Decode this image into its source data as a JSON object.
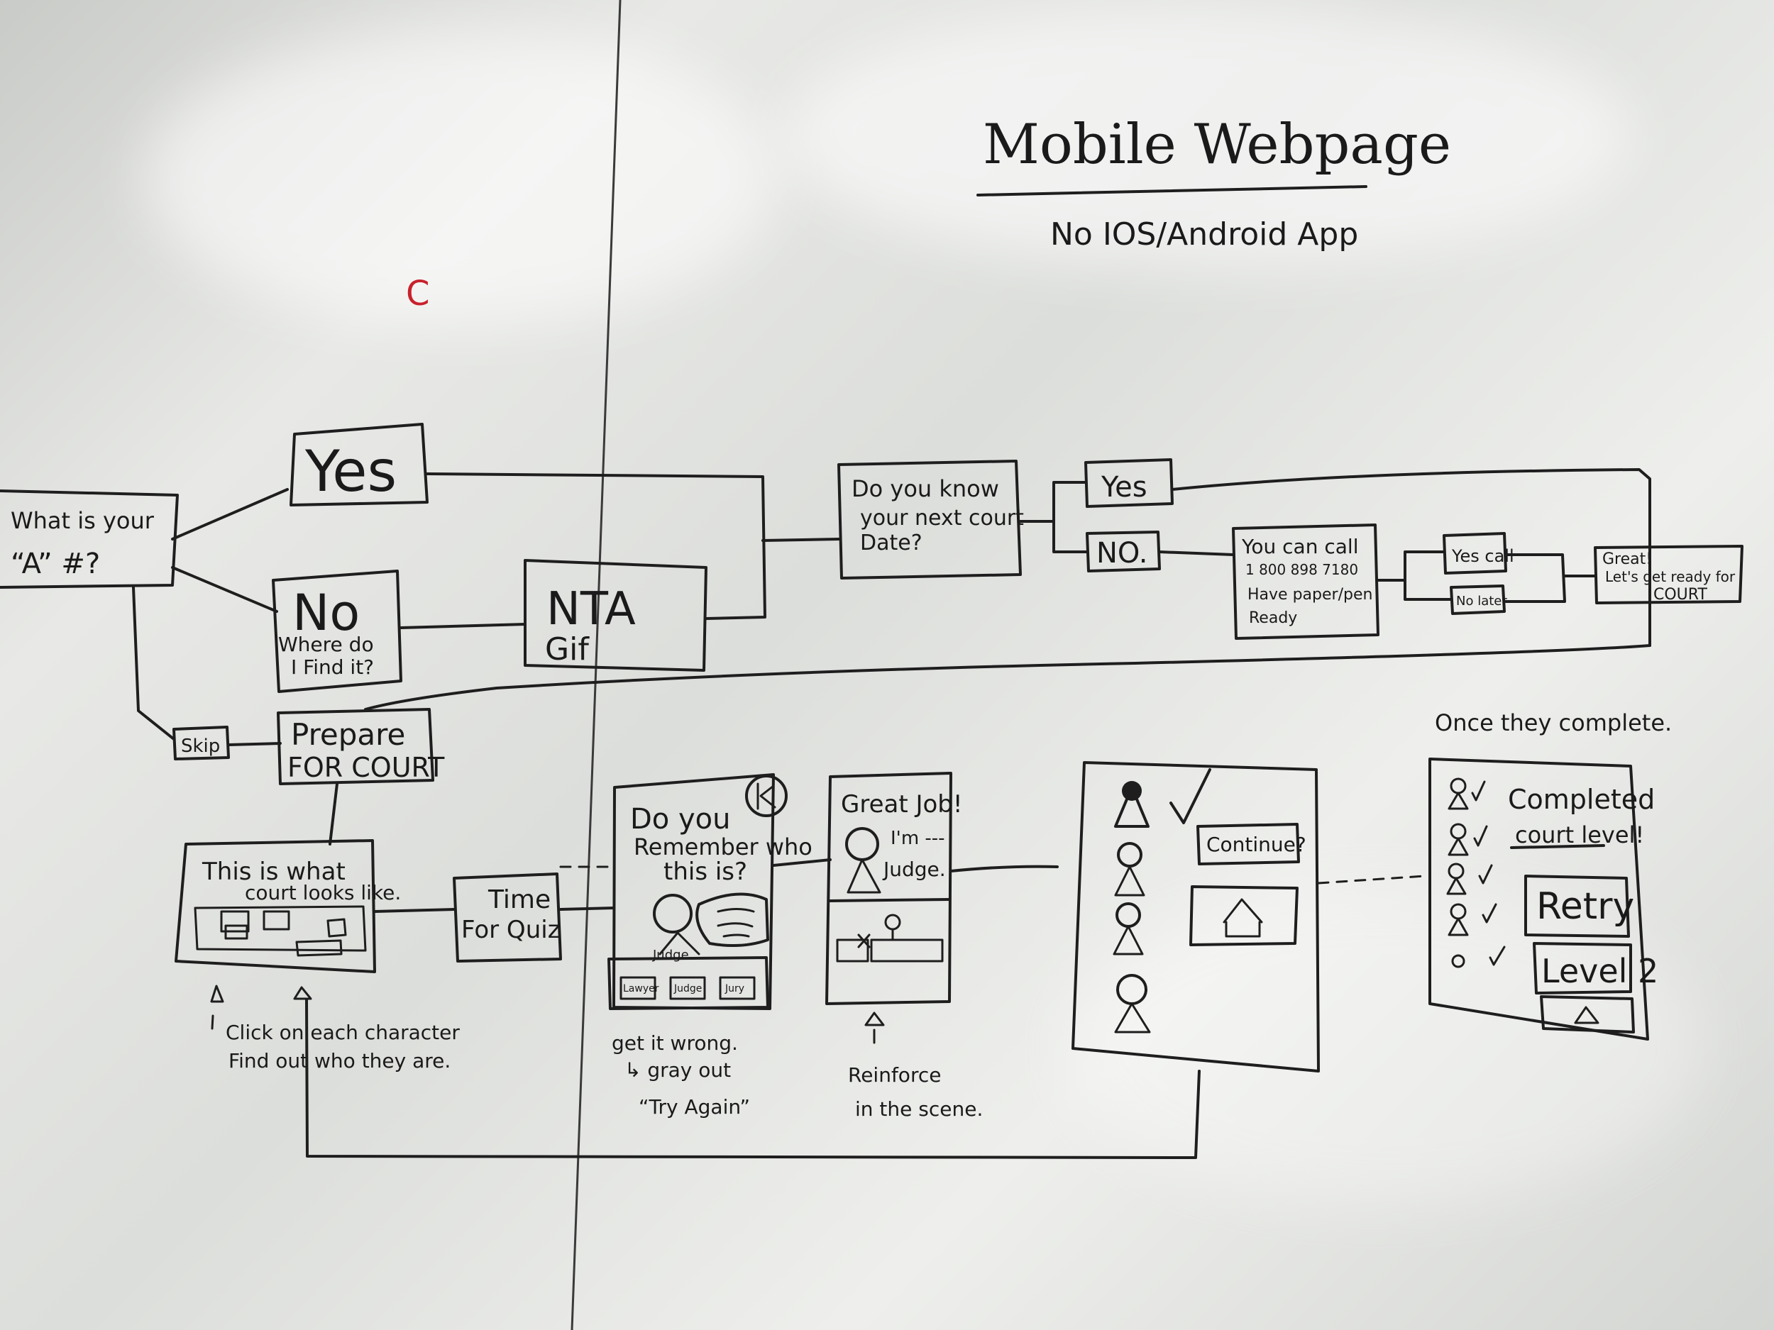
{
  "title": "Mobile Webpage",
  "subtitle": "No IOS/Android App",
  "red_mark": "C",
  "nodes": {
    "a_number": {
      "line1": "What is your",
      "line2": "“A” #?"
    },
    "yes1": "Yes",
    "no1": {
      "label": "No",
      "sub1": "Where do",
      "sub2": "I Find it?"
    },
    "nta_gif": {
      "line1": "NTA",
      "line2": "Gif"
    },
    "court_date": {
      "line1": "Do you know",
      "line2": "your next court",
      "line3": "Date?"
    },
    "yes2": "Yes",
    "no2": "NO.",
    "call": {
      "line1": "You can call",
      "line2": "1 800 898 7180",
      "line3": "Have paper/pen",
      "line4": "Ready"
    },
    "yes_call": "Yes call",
    "no_later": "No later",
    "great": {
      "line1": "Great!",
      "line2": "Let's get ready for",
      "line3": "COURT"
    },
    "skip": "Skip",
    "prepare": {
      "line1": "Prepare",
      "line2": "FOR COURT"
    },
    "court_looks": {
      "line1": "This is what",
      "line2": "court looks like."
    },
    "quiz": {
      "line1": "Time",
      "line2": "For Quiz"
    },
    "remember": {
      "line1": "Do you",
      "line2": "Remember who",
      "line3": "this is?",
      "judge": "Judge",
      "opt1": "Lawyer",
      "opt2": "Judge",
      "opt3": "Jury"
    },
    "greatjob": {
      "line1": "Great Job!",
      "line2": "I'm ---",
      "line3": "Judge."
    },
    "continue": "Continue?",
    "completed": {
      "line1": "Completed",
      "line2": "court level!",
      "retry": "Retry",
      "level2": "Level 2"
    }
  },
  "annotations": {
    "click_char": {
      "line1": "Click on each character",
      "line2": "Find out who they are."
    },
    "wrong": {
      "line1": "get it wrong.",
      "line2": "↳ gray out",
      "line3": "“Try Again”"
    },
    "reinforce": {
      "line1": "Reinforce",
      "line2": "in the scene."
    },
    "once": "Once they complete."
  }
}
